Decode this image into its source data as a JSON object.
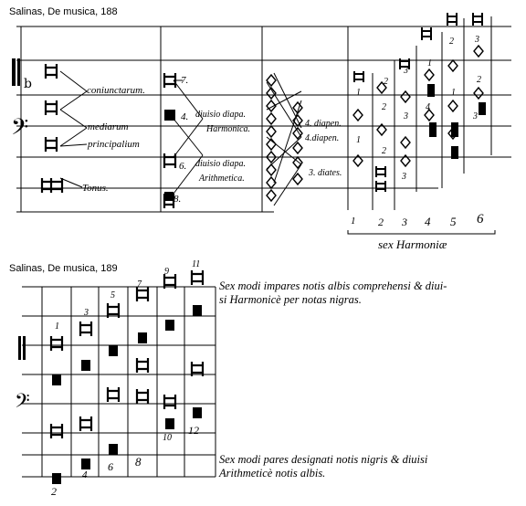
{
  "fig188": {
    "caption": "Salinas, De musica, 188",
    "labels": {
      "coniunctarum": "coniunctarum.",
      "mediarum": "mediarum",
      "principalium": "principalium",
      "tonus": "Tonus.",
      "diuisio_harmonica_1": "diuisio diapa.",
      "diuisio_harmonica_2": "Harmonica.",
      "diuisio_arith_1": "diuisio diapa.",
      "diuisio_arith_2": "Arithmetica.",
      "diapen_1": "4. diapen.",
      "diapen_2": "4.diapen.",
      "diates": "3. diates."
    },
    "marks": {
      "n7": "7.",
      "n4": "4.",
      "n6": "6.",
      "n8": "8."
    },
    "column_numbers": [
      "1",
      "2",
      "3",
      "4",
      "5",
      "6"
    ],
    "harmoniae": "sex Harmoniæ"
  },
  "fig189": {
    "caption": "Salinas, De musica, 189",
    "text_top": [
      "Sex modi impares notis albis comprehensi & diui-",
      "si Harmonicè per notas nigras."
    ],
    "text_bottom": [
      "Sex modi pares designati notis nigris & diuisi",
      "Arithmeticè notis albis."
    ],
    "numbers": {
      "n1": "1",
      "n3": "3",
      "n5": "5",
      "n7": "7",
      "n9": "9",
      "n11": "11",
      "n2": "2",
      "n4": "4",
      "n6": "6",
      "n8": "8",
      "n10": "10",
      "n12": "12"
    }
  }
}
